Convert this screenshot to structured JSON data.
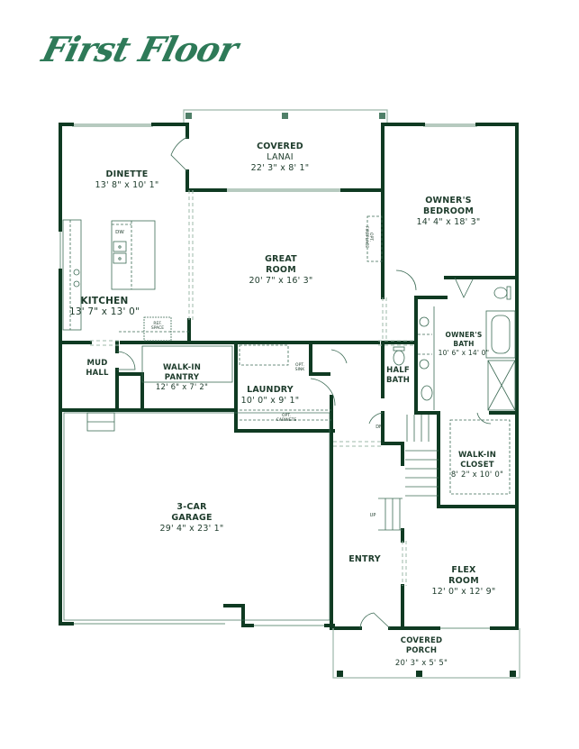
{
  "title": "First Floor",
  "colors": {
    "title": "#2e7a58",
    "wall": "#0f3a22",
    "fixture": "#3c6b55",
    "column": "#4f7f68",
    "window": "#9db8aa",
    "text": "#1d3b2b",
    "background": "#ffffff"
  },
  "rooms": {
    "dinette": {
      "name": "DINETTE",
      "dims": "13' 8\" x 10' 1\""
    },
    "covered_lanai": {
      "name_1": "COVERED",
      "name_2": "LANAI",
      "dims": "22' 3\" x 8' 1\""
    },
    "owners_bedroom": {
      "name_1": "OWNER'S",
      "name_2": "BEDROOM",
      "dims": "14' 4\" x 18' 3\""
    },
    "great_room": {
      "name_1": "GREAT",
      "name_2": "ROOM",
      "dims": "20' 7\" x 16' 3\""
    },
    "kitchen": {
      "name": "KITCHEN",
      "dims": "13' 7\" x 13' 0\""
    },
    "mud_hall": {
      "name_1": "MUD",
      "name_2": "HALL"
    },
    "walk_in_pantry": {
      "name_1": "WALK-IN",
      "name_2": "PANTRY",
      "dims": "12' 6\" x 7' 2\""
    },
    "laundry": {
      "name": "LAUNDRY",
      "dims": "10' 0\" x 9' 1\""
    },
    "half_bath": {
      "name_1": "HALF",
      "name_2": "BATH"
    },
    "owners_bath": {
      "name_1": "OWNER'S",
      "name_2": "BATH",
      "dims": "10' 6\" x 14' 0\""
    },
    "walk_in_closet": {
      "name_1": "WALK-IN",
      "name_2": "CLOSET",
      "dims": "8' 2\" x 10' 0\""
    },
    "garage": {
      "name_1": "3-CAR",
      "name_2": "GARAGE",
      "dims": "29' 4\" x 23' 1\""
    },
    "entry": {
      "name": "ENTRY"
    },
    "flex_room": {
      "name_1": "FLEX",
      "name_2": "ROOM",
      "dims": "12' 0\" x 12' 9\""
    },
    "covered_porch": {
      "name_1": "COVERED",
      "name_2": "PORCH",
      "dims": "20' 3\" x 5' 5\""
    }
  },
  "annotations": {
    "dw": "DW",
    "ref_space_1": "REF.",
    "ref_space_2": "SPACE",
    "opt_fireplace_1": "OPT.",
    "opt_fireplace_2": "FIREPLACE",
    "opt_sink_1": "OPT.",
    "opt_sink_2": "SINK",
    "opt_cabinets_1": "OPT.",
    "opt_cabinets_2": "CABINETS",
    "stairs_down": "DN",
    "stairs_up": "UP"
  }
}
